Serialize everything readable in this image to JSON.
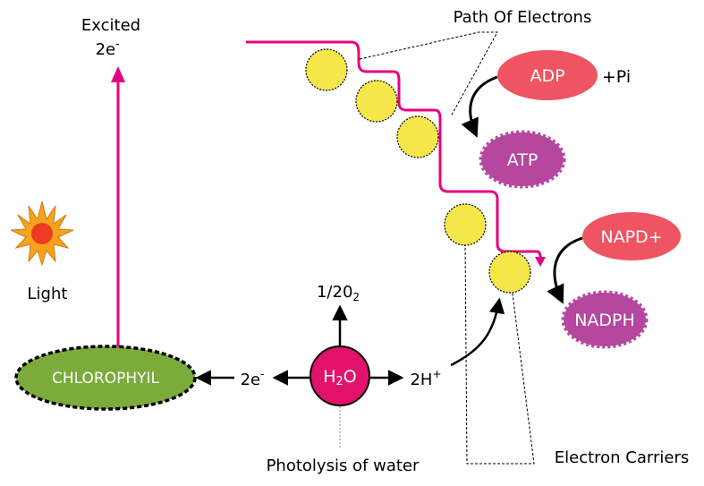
{
  "labels": {
    "excited_line1": "Excited",
    "excited_line2": "2e",
    "excited_sup": "-",
    "path_of_electrons": "Path Of Electrons",
    "light": "Light",
    "chlorophyll": "CHLOROPHYIL",
    "oxygen": "1/20",
    "oxygen_sub": "2",
    "water": "H",
    "water_sub": "2",
    "water_o": "O",
    "left_electrons": "2e",
    "left_electrons_sup": "-",
    "protons": "2H",
    "protons_sup": "+",
    "photolysis": "Photolysis of water",
    "electron_carriers": "Electron Carriers",
    "adp": "ADP",
    "pi": "+Pi",
    "atp": "ATP",
    "napd": "NAPD+",
    "nadph": "NADPH"
  },
  "colors": {
    "path": "#e6007e",
    "carrier": "#f5e74a",
    "chlorophyll": "#7cab3b",
    "water": "#e2116b",
    "adp": "#ef5462",
    "atp": "#b5479f",
    "sun_outer": "#f6a21c",
    "sun_inner": "#ee3b24"
  }
}
